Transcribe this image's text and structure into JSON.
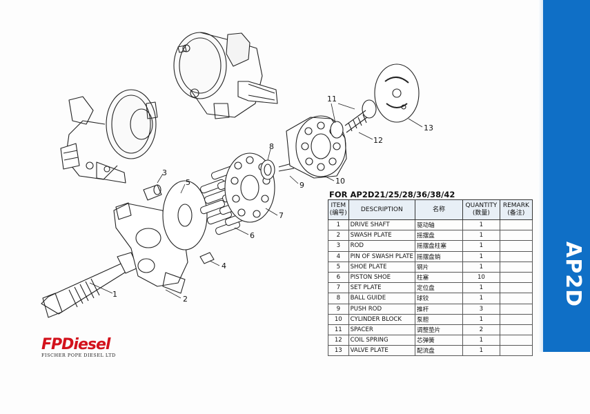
{
  "model_code": "AP2D",
  "table_title": "FOR AP2D21/25/28/36/38/42",
  "table_headers": {
    "item": "ITEM",
    "item_cn": "(编号)",
    "description": "DESCRIPTION",
    "name_cn": "名称",
    "quantity": "QUANTITY",
    "quantity_cn": "(数量)",
    "remark": "REMARK",
    "remark_cn": "(备注)"
  },
  "parts": [
    {
      "item": "1",
      "description": "DRIVE SHAFT",
      "name_cn": "驱动轴",
      "quantity": "1",
      "remark": ""
    },
    {
      "item": "2",
      "description": "SWASH   PLATE",
      "name_cn": "摇摆盘",
      "quantity": "1",
      "remark": ""
    },
    {
      "item": "3",
      "description": "ROD",
      "name_cn": "摇摆盘柱塞",
      "quantity": "1",
      "remark": ""
    },
    {
      "item": "4",
      "description": "PIN OF SWASH PLATE",
      "name_cn": "摇摆盘销",
      "quantity": "1",
      "remark": ""
    },
    {
      "item": "5",
      "description": "SHOE PLATE",
      "name_cn": "钢片",
      "quantity": "1",
      "remark": ""
    },
    {
      "item": "6",
      "description": "PISTON SHOE",
      "name_cn": "柱塞",
      "quantity": "10",
      "remark": ""
    },
    {
      "item": "7",
      "description": "SET PLATE",
      "name_cn": "定位盘",
      "quantity": "1",
      "remark": ""
    },
    {
      "item": "8",
      "description": "BALL GUIDE",
      "name_cn": "球铰",
      "quantity": "1",
      "remark": ""
    },
    {
      "item": "9",
      "description": "PUSH ROD",
      "name_cn": "推杆",
      "quantity": "3",
      "remark": ""
    },
    {
      "item": "10",
      "description": "CYLINDER BLOCK",
      "name_cn": "泵胆",
      "quantity": "1",
      "remark": ""
    },
    {
      "item": "11",
      "description": "SPACER",
      "name_cn": "调整垫片",
      "quantity": "2",
      "remark": ""
    },
    {
      "item": "12",
      "description": "COIL SPRING",
      "name_cn": "芯弹簧",
      "quantity": "1",
      "remark": ""
    },
    {
      "item": "13",
      "description": "VALVE PLATE",
      "name_cn": "配流盘",
      "quantity": "1",
      "remark": ""
    }
  ],
  "callouts": [
    "1",
    "2",
    "3",
    "4",
    "5",
    "6",
    "7",
    "8",
    "9",
    "10",
    "11",
    "12",
    "13"
  ],
  "logo": {
    "main": "FPDiesel",
    "sub": "FISCHER POPE DIESEL LTD"
  },
  "colors": {
    "band": "#0f6fc6",
    "logo": "#d3121c",
    "header_bg": "#e8eff6"
  }
}
